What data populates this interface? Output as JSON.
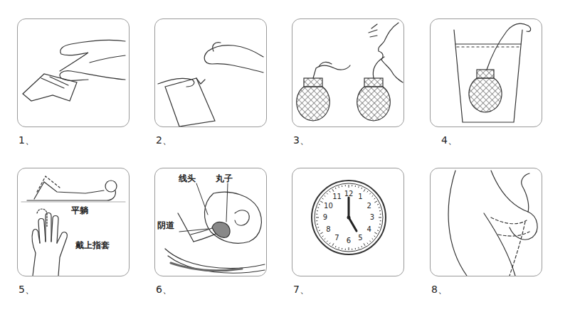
{
  "diagram": {
    "nodes": [
      {
        "text": [
          "1、"
        ]
      },
      {
        "text": [
          "2、"
        ]
      },
      {
        "text": [
          "3、"
        ]
      },
      {
        "text": [
          "4、"
        ]
      },
      {
        "text": [
          "平躺",
          "戴上指套",
          "5、"
        ]
      },
      {
        "text": [
          "线头",
          "丸子",
          "阴道",
          "6、"
        ]
      },
      {
        "text": [
          "7、"
        ]
      },
      {
        "text": [
          "12",
          "1",
          "2",
          "3",
          "4",
          "5",
          "6",
          "7",
          "8",
          "9",
          "10",
          "11"
        ],
        "in": 6
      },
      {
        "text": [
          "8、"
        ]
      }
    ]
  }
}
